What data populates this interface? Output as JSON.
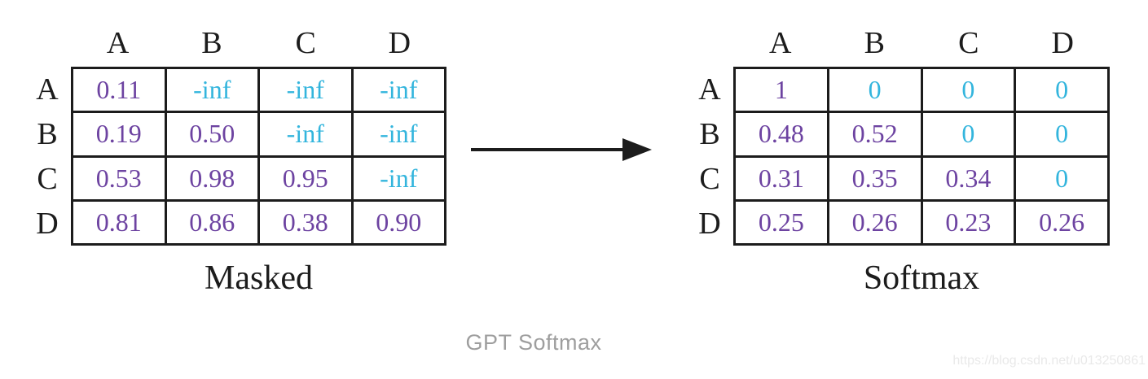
{
  "colors": {
    "purple": "#6d43a1",
    "cyan": "#33b5dd",
    "ink": "#1c1c1c",
    "caption_gray": "#9e9e9e",
    "watermark_gray": "#e9e9e9"
  },
  "caption": "GPT Softmax",
  "watermark": "https://blog.csdn.net/u013250861",
  "masked": {
    "title": "Masked",
    "col_headers": [
      "A",
      "B",
      "C",
      "D"
    ],
    "row_headers": [
      "A",
      "B",
      "C",
      "D"
    ],
    "cells": [
      [
        {
          "t": "0.11",
          "c": "purple"
        },
        {
          "t": "-inf",
          "c": "cyan"
        },
        {
          "t": "-inf",
          "c": "cyan"
        },
        {
          "t": "-inf",
          "c": "cyan"
        }
      ],
      [
        {
          "t": "0.19",
          "c": "purple"
        },
        {
          "t": "0.50",
          "c": "purple"
        },
        {
          "t": "-inf",
          "c": "cyan"
        },
        {
          "t": "-inf",
          "c": "cyan"
        }
      ],
      [
        {
          "t": "0.53",
          "c": "purple"
        },
        {
          "t": "0.98",
          "c": "purple"
        },
        {
          "t": "0.95",
          "c": "purple"
        },
        {
          "t": "-inf",
          "c": "cyan"
        }
      ],
      [
        {
          "t": "0.81",
          "c": "purple"
        },
        {
          "t": "0.86",
          "c": "purple"
        },
        {
          "t": "0.38",
          "c": "purple"
        },
        {
          "t": "0.90",
          "c": "purple"
        }
      ]
    ]
  },
  "softmax": {
    "title": "Softmax",
    "col_headers": [
      "A",
      "B",
      "C",
      "D"
    ],
    "row_headers": [
      "A",
      "B",
      "C",
      "D"
    ],
    "cells": [
      [
        {
          "t": "1",
          "c": "purple"
        },
        {
          "t": "0",
          "c": "cyan"
        },
        {
          "t": "0",
          "c": "cyan"
        },
        {
          "t": "0",
          "c": "cyan"
        }
      ],
      [
        {
          "t": "0.48",
          "c": "purple"
        },
        {
          "t": "0.52",
          "c": "purple"
        },
        {
          "t": "0",
          "c": "cyan"
        },
        {
          "t": "0",
          "c": "cyan"
        }
      ],
      [
        {
          "t": "0.31",
          "c": "purple"
        },
        {
          "t": "0.35",
          "c": "purple"
        },
        {
          "t": "0.34",
          "c": "purple"
        },
        {
          "t": "0",
          "c": "cyan"
        }
      ],
      [
        {
          "t": "0.25",
          "c": "purple"
        },
        {
          "t": "0.26",
          "c": "purple"
        },
        {
          "t": "0.23",
          "c": "purple"
        },
        {
          "t": "0.26",
          "c": "purple"
        }
      ]
    ]
  }
}
